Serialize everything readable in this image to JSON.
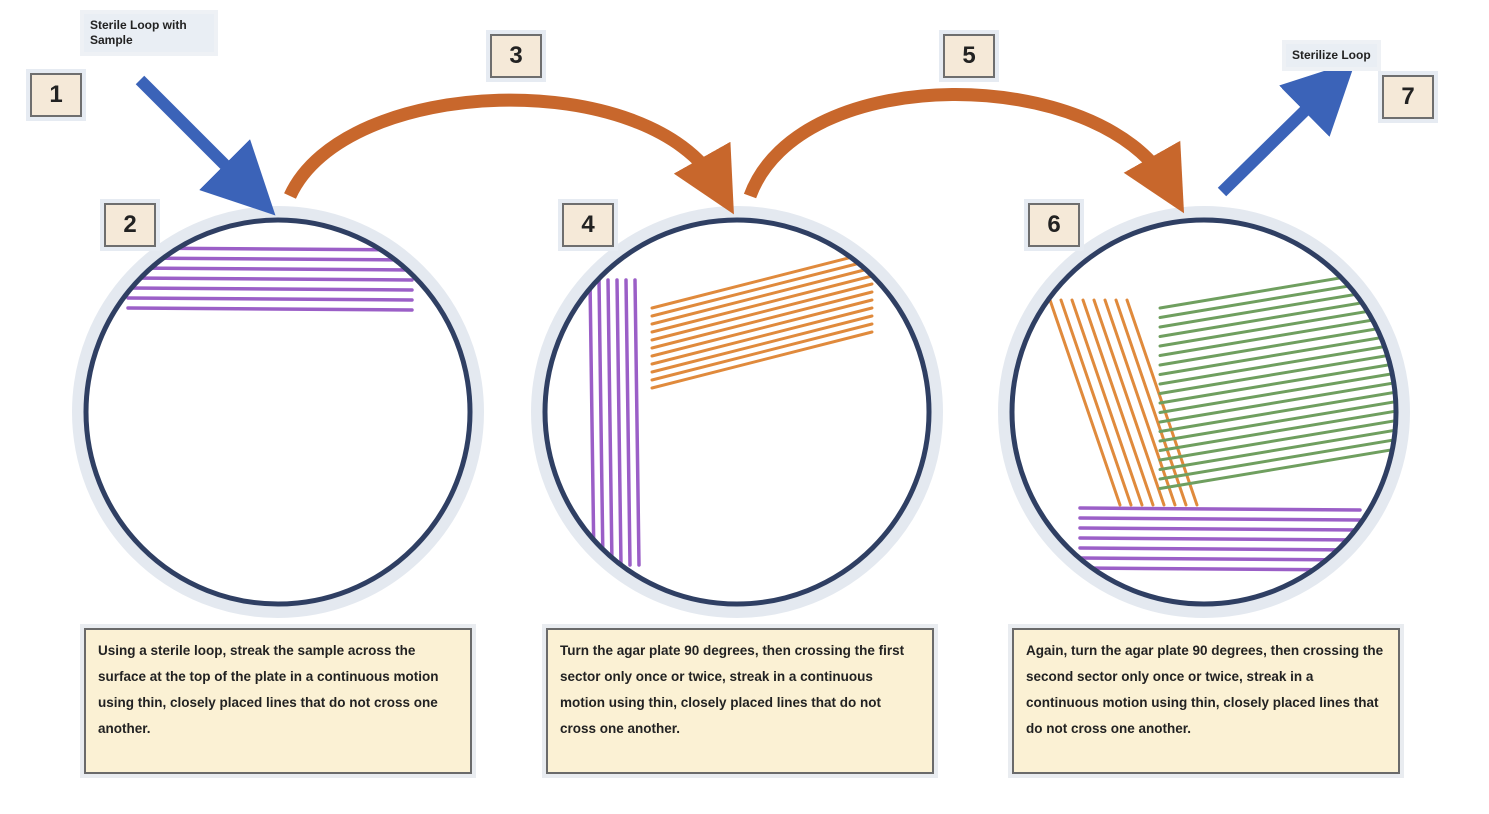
{
  "loop_labels": {
    "start": "Sterile Loop with Sample",
    "end": "Sterilize Loop"
  },
  "steps": [
    "1",
    "2",
    "3",
    "4",
    "5",
    "6",
    "7"
  ],
  "descriptions": [
    "Using a sterile loop, streak the sample across the surface at the top of the plate in a continuous motion using thin, closely placed lines that do not cross one another.",
    "Turn the agar plate 90 degrees, then crossing the first sector only once or twice, streak in a continuous motion using thin, closely placed lines that do not cross one another.",
    "Again, turn the agar plate 90 degrees, then crossing the second sector only once or twice, streak in a continuous motion using thin, closely placed lines that do not cross one another."
  ],
  "colors": {
    "plate_outline": "#2f3f63",
    "sector_1": "#9b5fc7",
    "sector_2": "#e08a3c",
    "sector_3": "#6f9f5f",
    "loop_arrow": "#3b63b8",
    "transfer_arrow": "#c8672c",
    "step_box": "#f5e9d8",
    "description_box": "#fbf1d4"
  }
}
